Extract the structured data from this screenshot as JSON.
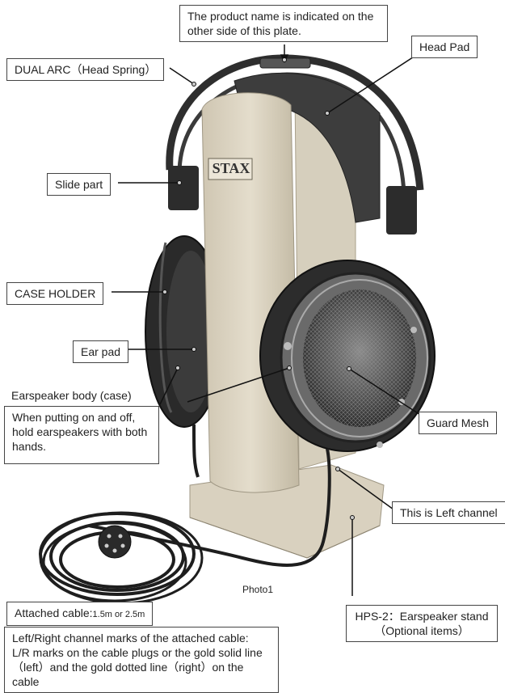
{
  "labels": {
    "product_plate": [
      "The product name is indicated on the",
      "other side of this plate."
    ],
    "head_pad": "Head Pad",
    "dual_arc": "DUAL ARC（Head Spring）",
    "slide_part": "Slide part",
    "case_holder": "CASE HOLDER",
    "ear_pad": "Ear pad",
    "earspeaker_body": "Earspeaker body (case)",
    "handling_note": [
      "When putting on and off,",
      "hold earspeakers with both",
      "hands."
    ],
    "guard_mesh": "Guard Mesh",
    "left_channel": "This is Left channel",
    "photo_caption": "Photo1",
    "attached_cable_main": "Attached cable:",
    "attached_cable_len": "1.5m or 2.5m",
    "channel_marks": [
      "Left/Right channel marks of the attached cable:",
      "L/R marks on the cable plugs or the gold solid line",
      "（left）and the gold dotted line（right）on the cable"
    ],
    "stand": [
      "HPS-2：Earspeaker stand",
      "（Optional items）"
    ],
    "logo": "STAX"
  }
}
